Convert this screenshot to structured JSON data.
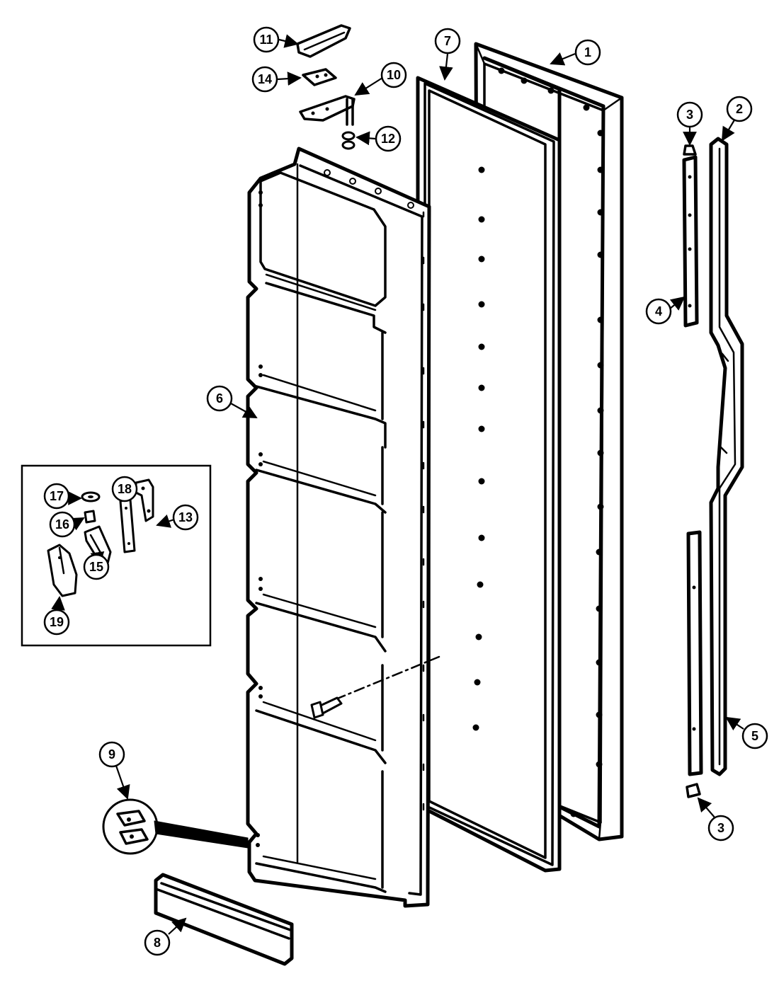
{
  "callouts": {
    "c1": "1",
    "c2": "2",
    "c3_top": "3",
    "c3_bottom": "3",
    "c4": "4",
    "c5": "5",
    "c6": "6",
    "c7": "7",
    "c8": "8",
    "c9": "9",
    "c10": "10",
    "c11": "11",
    "c12": "12",
    "c13": "13",
    "c14": "14",
    "c15": "15",
    "c16": "16",
    "c17": "17",
    "c18": "18",
    "c19": "19"
  },
  "colors": {
    "line": "#000000",
    "background": "#ffffff"
  }
}
